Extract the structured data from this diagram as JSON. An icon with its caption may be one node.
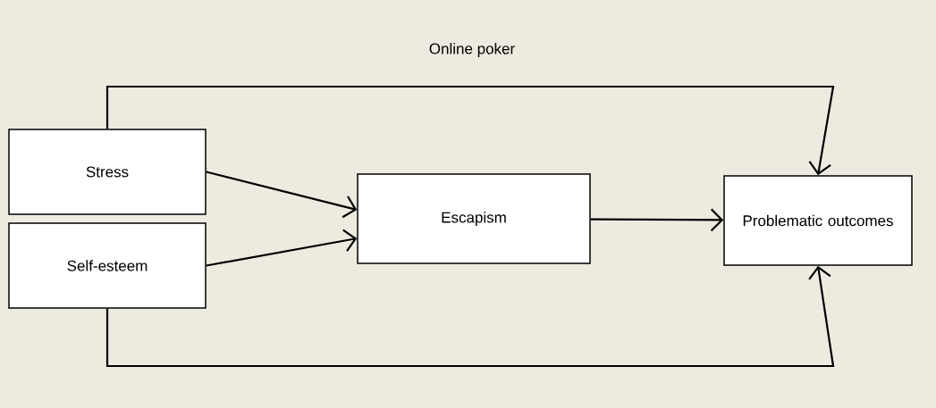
{
  "diagram": {
    "title": "Online poker",
    "nodes": [
      {
        "text": [
          "Stress"
        ]
      },
      {
        "text": [
          "Self-esteem"
        ]
      },
      {
        "text": [
          "Escapism"
        ]
      },
      {
        "text": [
          "Problematic outcomes"
        ]
      }
    ],
    "edges": [
      {
        "from": 0,
        "to": 2,
        "arrow": "to"
      },
      {
        "from": 1,
        "to": 2,
        "arrow": "to"
      },
      {
        "from": 2,
        "to": 3,
        "arrow": "to"
      },
      {
        "from": 0,
        "to": 3,
        "arrow": "to"
      },
      {
        "from": 1,
        "to": 3,
        "arrow": "to"
      }
    ]
  }
}
